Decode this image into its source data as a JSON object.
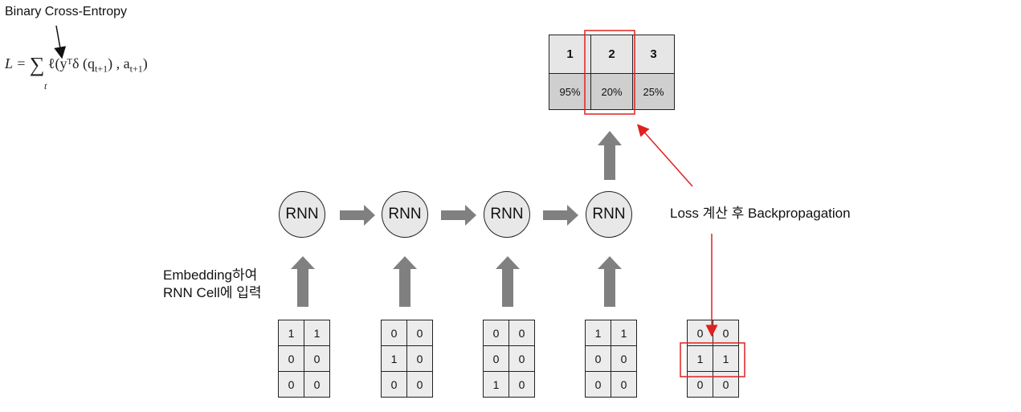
{
  "loss": {
    "title": "Binary Cross-Entropy",
    "formula_lhs": "L =",
    "formula_sum": "∑",
    "formula_sub": "t",
    "formula_body": "ℓ(yᵀδ (q",
    "formula_q_sub": "t+1",
    "formula_mid": ") , a",
    "formula_a_sub": "t+1",
    "formula_end": ")"
  },
  "output_table": {
    "headers": [
      "1",
      "2",
      "3"
    ],
    "values": [
      "95%",
      "20%",
      "25%"
    ]
  },
  "rnn_cells": [
    "RNN",
    "RNN",
    "RNN",
    "RNN"
  ],
  "embedding_caption": {
    "line1": "Embedding하여",
    "line2": "RNN Cell에 입력"
  },
  "backprop_note": "Loss 계산 후 Backpropagation",
  "input_grids": [
    [
      [
        "1",
        "1"
      ],
      [
        "0",
        "0"
      ],
      [
        "0",
        "0"
      ]
    ],
    [
      [
        "0",
        "0"
      ],
      [
        "1",
        "0"
      ],
      [
        "0",
        "0"
      ]
    ],
    [
      [
        "0",
        "0"
      ],
      [
        "0",
        "0"
      ],
      [
        "1",
        "0"
      ]
    ],
    [
      [
        "1",
        "1"
      ],
      [
        "0",
        "0"
      ],
      [
        "0",
        "0"
      ]
    ],
    [
      [
        "0",
        "0"
      ],
      [
        "1",
        "1"
      ],
      [
        "0",
        "0"
      ]
    ]
  ],
  "colors": {
    "arrow_gray": "#808080",
    "highlight_red": "#e02020"
  }
}
